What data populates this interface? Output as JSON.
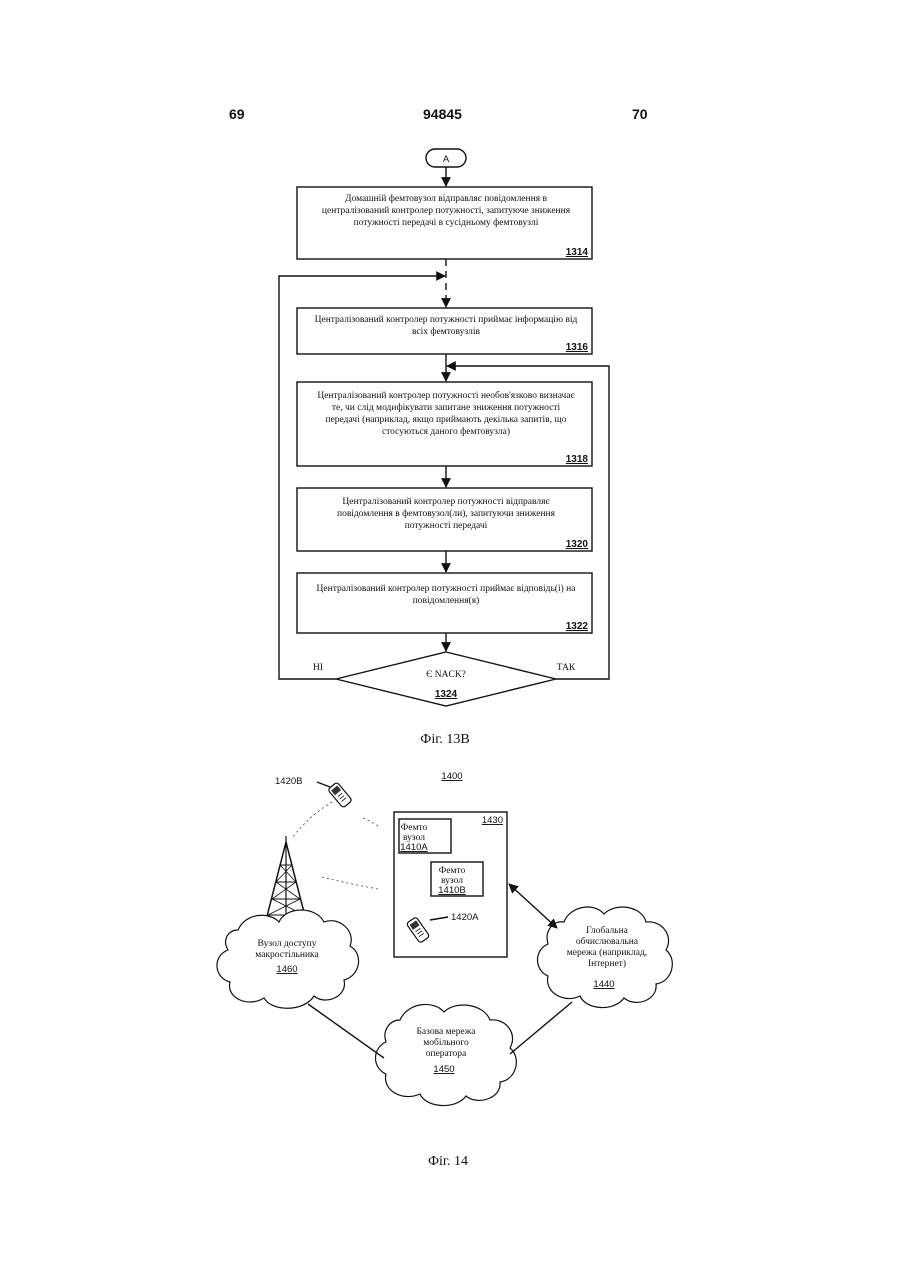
{
  "header": {
    "left_page": "69",
    "patent_number": "94845",
    "right_page": "70"
  },
  "fig13b": {
    "connector": "A",
    "steps": [
      {
        "lines": [
          "Домашній фемтовузол відправляє повідомлення в",
          "централізований контролер потужності, запитуюче зниження",
          "потужності передачі в сусідньому фемтовузлі"
        ],
        "id": "1314"
      },
      {
        "lines": [
          "Централізований контролер потужності приймає інформацію від",
          "всіх фемтовузлів"
        ],
        "id": "1316"
      },
      {
        "lines": [
          "Централізований контролер потужності необов'язково визначає",
          "те, чи слід модифікувати запитане зниження потужності",
          "передачі (наприклад, якщо приймають декілька запитів, що",
          "стосуються даного фемтовузла)"
        ],
        "id": "1318"
      },
      {
        "lines": [
          "Централізований контролер потужності відправляє",
          "повідомлення в фемтовузол(ли), запитуючи зниження",
          "потужності передачі"
        ],
        "id": "1320"
      },
      {
        "lines": [
          "Централізований контролер потужності приймає відповідь(і) на",
          "повідомлення(я)"
        ],
        "id": "1322"
      }
    ],
    "decision": {
      "question": "Є NACK?",
      "id": "1324",
      "no_label": "НІ",
      "yes_label": "ТАК"
    },
    "caption": "Фіг. 13В"
  },
  "fig14": {
    "system_id": "1400",
    "area_id": "1430",
    "femto_a": {
      "lines": [
        "Фемто",
        "вузол"
      ],
      "id": "1410A"
    },
    "femto_b": {
      "lines": [
        "Фемто",
        "вузол"
      ],
      "id": "1410B"
    },
    "mobile_a": "1420A",
    "mobile_b": "1420B",
    "macro": {
      "lines": [
        "Вузол доступу",
        "макростільника"
      ],
      "id": "1460"
    },
    "wan": {
      "lines": [
        "Глобальна",
        "обчислювальна",
        "мережа (наприклад,",
        "Інтернет)"
      ],
      "id": "1440"
    },
    "core": {
      "lines": [
        "Базова мережа",
        "мобільного",
        "оператора"
      ],
      "id": "1450"
    },
    "caption": "Фіг. 14"
  }
}
